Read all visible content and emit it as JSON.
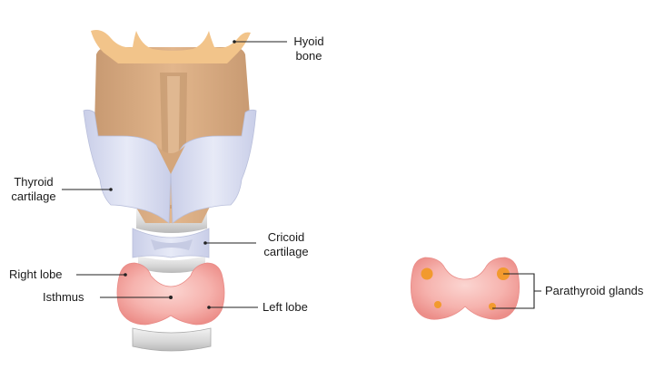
{
  "labels": {
    "hyoid": [
      "Hyoid",
      "bone"
    ],
    "thyroid_cartilage": [
      "Thyroid",
      "cartilage"
    ],
    "cricoid": [
      "Cricoid",
      "cartilage"
    ],
    "right_lobe": "Right lobe",
    "isthmus": "Isthmus",
    "left_lobe": "Left lobe",
    "parathyroid": "Parathyroid glands"
  },
  "colors": {
    "hyoid_fill": "#F2C48A",
    "cartilage_fill": "#D8A97E",
    "cartilage_shadow": "#B68662",
    "thyroid_cart_fill": "#DCE0F2",
    "thyroid_cart_edge": "#B9BFDB",
    "gland_fill": "#F4A7A3",
    "gland_light": "#F9CFCB",
    "gland_edge": "#E98A86",
    "parathyroid_fill": "#F29A2E",
    "ring_fill": "#DADADA",
    "leader": "#222222"
  }
}
